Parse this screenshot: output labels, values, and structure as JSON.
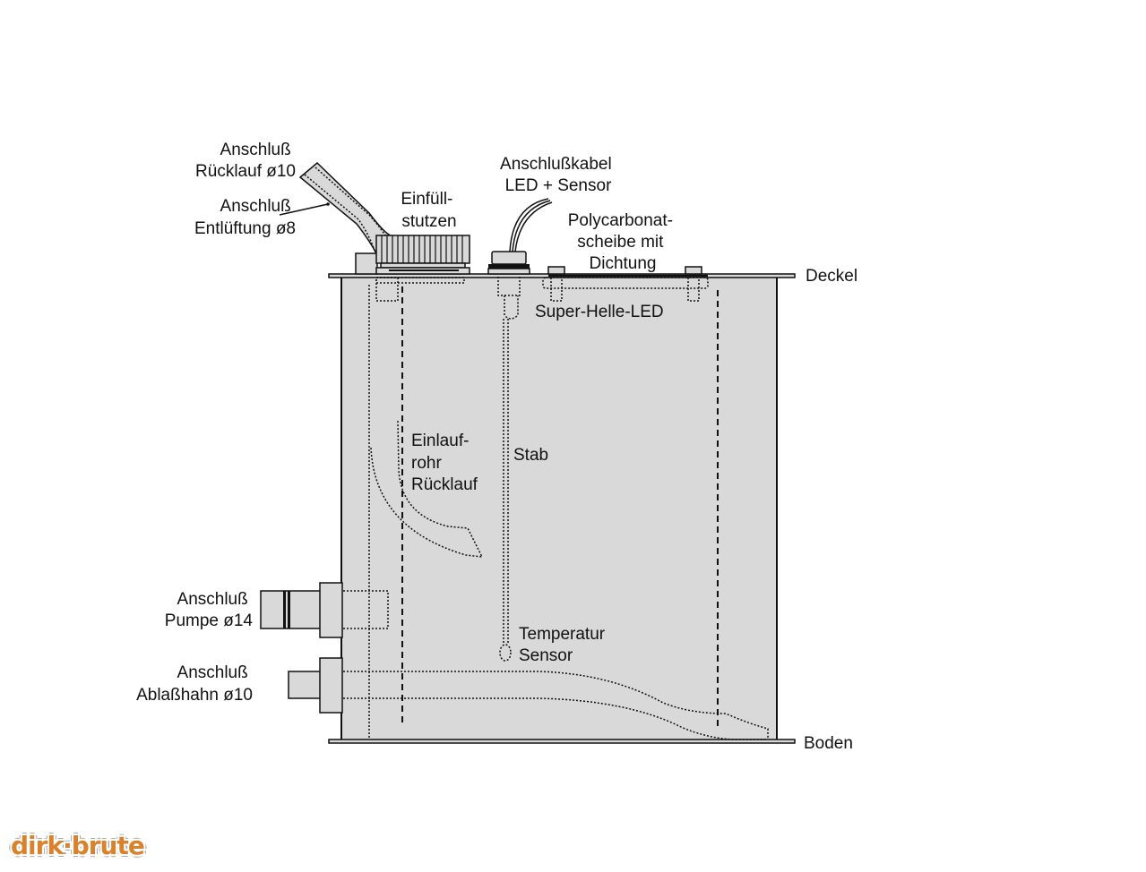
{
  "diagram": {
    "labels": {
      "anschluss_ruecklauf": [
        "Anschluß",
        "Rücklauf ø10"
      ],
      "anschluss_entlueftung": [
        "Anschluß",
        "Entlüftung ø8"
      ],
      "einfuellstutzen": [
        "Einfüll-",
        "stutzen"
      ],
      "anschlusskabel": [
        "Anschlußkabel",
        "LED + Sensor"
      ],
      "polycarbonat": [
        "Polycarbonat-",
        "scheibe mit",
        "Dichtung"
      ],
      "deckel": "Deckel",
      "super_helle_led": "Super-Helle-LED",
      "einlaufrohr": [
        "Einlauf-",
        "rohr",
        "Rücklauf"
      ],
      "stab": "Stab",
      "temperatur_sensor": [
        "Temperatur",
        "Sensor"
      ],
      "anschluss_pumpe": [
        "Anschluß",
        "Pumpe ø14"
      ],
      "anschluss_ablasshahn": [
        "Anschluß",
        "Ablaßhahn ø10"
      ],
      "boden": "Boden"
    },
    "colors": {
      "tank_fill": "#d9d9d9",
      "line": "#111111",
      "logo": "#d9822b"
    }
  },
  "logo": {
    "text": "dirk·brute"
  }
}
